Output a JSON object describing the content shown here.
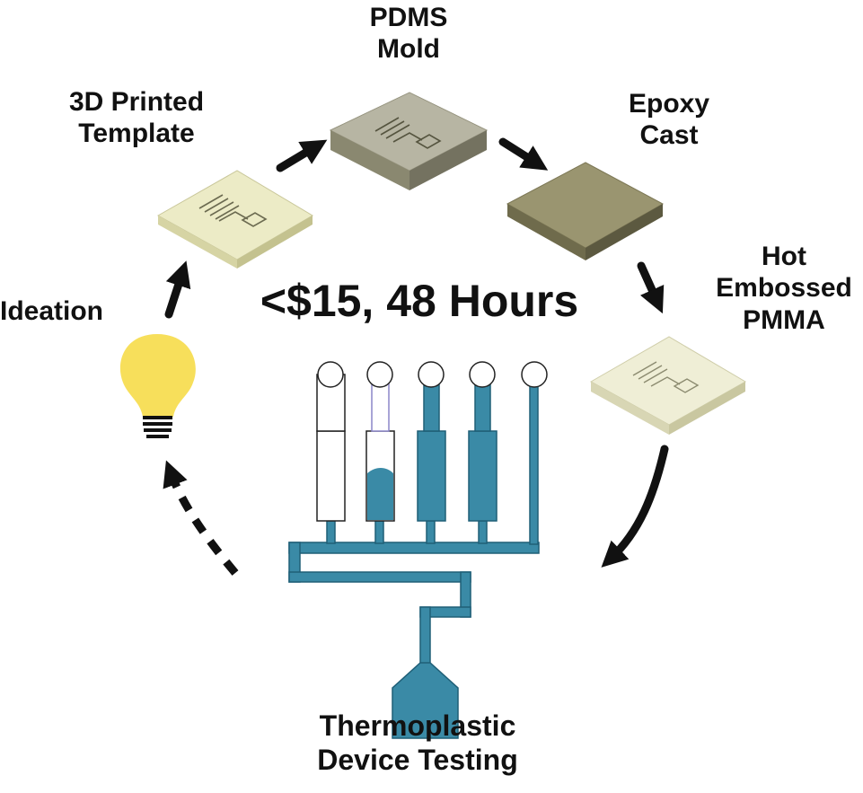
{
  "steps": {
    "template": {
      "line1": "3D Printed",
      "line2": "Template"
    },
    "pdms": {
      "line1": "PDMS",
      "line2": "Mold"
    },
    "epoxy": {
      "line1": "Epoxy",
      "line2": "Cast"
    },
    "embossed": {
      "line1": "Hot",
      "line2": "Embossed",
      "line3": "PMMA"
    },
    "testing": {
      "line1": "Thermoplastic",
      "line2": "Device Testing"
    },
    "ideation": {
      "line1": "Ideation"
    }
  },
  "summary": "<$15, 48 Hours",
  "icons": [
    "lightbulb-icon",
    "printed-template-chip",
    "pdms-mold-chip",
    "epoxy-cast-chip",
    "embossed-pmma-chip",
    "microfluidic-device"
  ],
  "colors": {
    "template_top": "#ecebc6",
    "template_side": "#d3d1a0",
    "pdms_top": "#a8a693",
    "pdms_side": "#7b7963",
    "epoxy_top": "#9b9670",
    "epoxy_side": "#6f6b4c",
    "pmma_top": "#f0efd8",
    "pmma_side": "#d7d5b3",
    "fluid": "#3a8aa6",
    "bulb": "#f7df5b",
    "arrow": "#111111"
  }
}
